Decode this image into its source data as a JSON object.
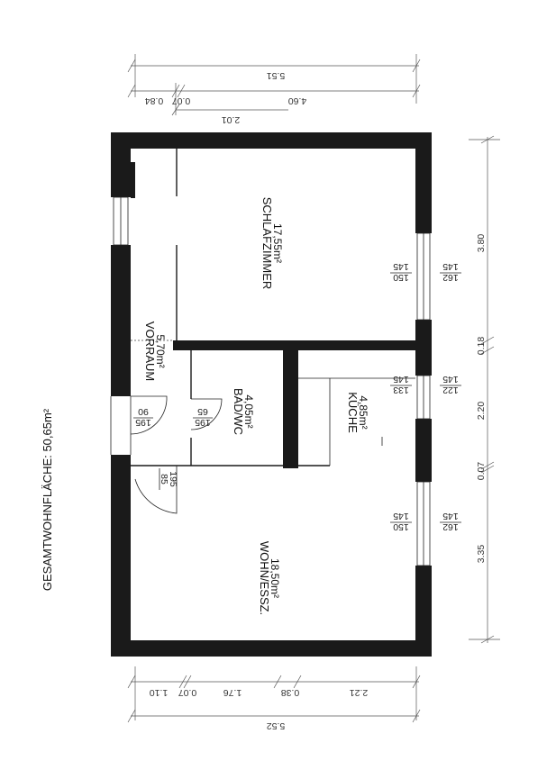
{
  "plan": {
    "total_area_label": "GESAMTWOHNFLÄCHE: 50,65m²",
    "rooms": [
      {
        "name": "SCHLAFZIMMER",
        "area": "17,55m²"
      },
      {
        "name": "VORRAUM",
        "area": "5,70m²"
      },
      {
        "name": "BAD/WC",
        "area": "4,05m²"
      },
      {
        "name": "KÜCHE",
        "area": "4,85m²"
      },
      {
        "name": "WOHN/ESSZ.",
        "area": "18,50m²"
      }
    ],
    "top_dimensions": {
      "overall": "5.51",
      "segments": [
        "0.84",
        "0.07",
        "4.60"
      ],
      "inner": "2.01"
    },
    "right_dimensions": [
      "3.80",
      "0.18",
      "2.20",
      "0.07",
      "3.35"
    ],
    "bottom_dimensions": {
      "segments": [
        "1.10",
        "0.07",
        "1.76",
        "0.38",
        "2.21"
      ],
      "overall": "5.52"
    },
    "window_labels": {
      "bedroom": [
        "145",
        "150",
        "145",
        "162"
      ],
      "kitchen": [
        "145",
        "133",
        "145",
        "122"
      ],
      "living": [
        "145",
        "150",
        "145",
        "162"
      ]
    },
    "door_labels": {
      "entrance": [
        "195",
        "90"
      ],
      "bath": [
        "195",
        "65"
      ],
      "living": [
        "85",
        "195"
      ]
    }
  }
}
